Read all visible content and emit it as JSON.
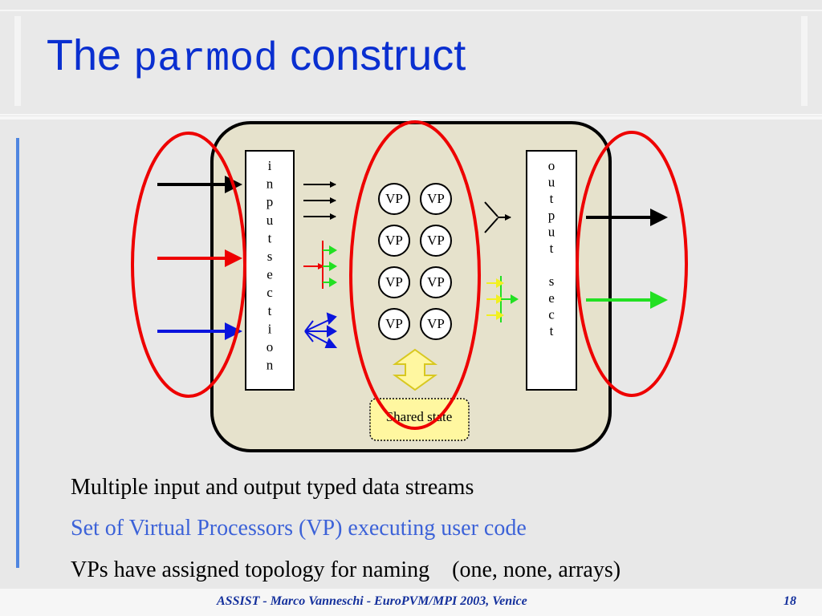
{
  "title": {
    "word1": "The",
    "mono": "parmod",
    "word2": "construct"
  },
  "diagram": {
    "input_section_label": "input section",
    "output_section_label": "output sect",
    "vp_label": "VP",
    "vp_count": 8,
    "shared_state_label": "Shared state",
    "colors": {
      "panel_fill": "#e6e2cc",
      "ellipse": "#ee0000",
      "stream_black": "#000000",
      "stream_red": "#ee0000",
      "stream_blue": "#0a14dd",
      "stream_green": "#22e022",
      "stream_yellow": "#f2f020",
      "shared_state_fill": "#fff7a0"
    }
  },
  "bullets": [
    "Multiple input and output typed data streams",
    "Set of Virtual Processors (VP) executing user code",
    "VPs have assigned topology for naming    (one, none, arrays)"
  ],
  "footer": {
    "text": "ASSIST - Marco Vanneschi - EuroPVM/MPI 2003, Venice",
    "page": "18"
  }
}
